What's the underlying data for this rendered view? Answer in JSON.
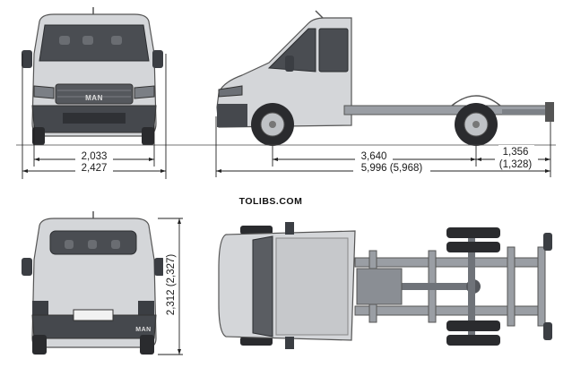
{
  "watermark": "TOLIBS.COM",
  "brand_badge": "MAN",
  "dimensions": {
    "front_track": "2,033",
    "front_width": "2,427",
    "wheelbase": "3,640",
    "rear_overhang": "1,356",
    "rear_overhang_alt": "(1,328)",
    "overall_length": "5,996 (5,968)",
    "height": "2,312 (2,327)"
  },
  "colors": {
    "body": "#d4d6d9",
    "glass": "#4a4d52",
    "tire": "#2a2b2e",
    "frame": "#9a9ea4"
  }
}
